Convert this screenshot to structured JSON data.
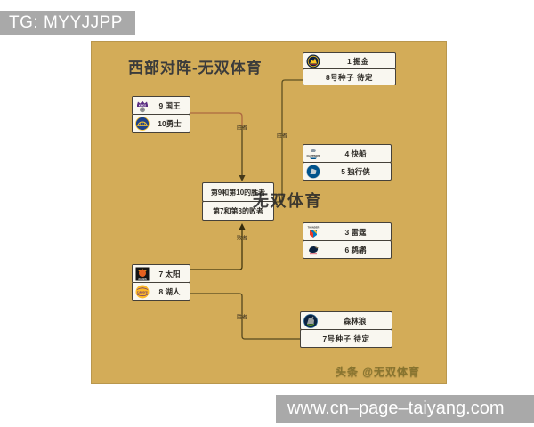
{
  "header_bar": {
    "text": "TG: MYYJJPP"
  },
  "footer_bar": {
    "url": "www.cn–page–taiyang.com"
  },
  "poster": {
    "title": "西部对阵-无双体育",
    "watermark": "无双体育",
    "credit": "头条 @无双体育",
    "boxes": {
      "seed8": {
        "team": {
          "label": "1 掘金",
          "logo": "nuggets-logo"
        },
        "slot": "8号种子 待定"
      },
      "game_9_10": {
        "teams": [
          {
            "label": "9 国王",
            "logo": "kings-logo"
          },
          {
            "label": "10勇士",
            "logo": "warriors-logo"
          }
        ]
      },
      "game_4_5": {
        "teams": [
          {
            "label": "4 快船",
            "logo": "clippers-logo"
          },
          {
            "label": "5 独行侠",
            "logo": "mavericks-logo"
          }
        ]
      },
      "center": {
        "rows": [
          "第9和第10的胜者",
          "第7和第8的败者"
        ]
      },
      "game_3_6": {
        "teams": [
          {
            "label": "3 雷霆",
            "logo": "thunder-logo"
          },
          {
            "label": "6 鹈鹕",
            "logo": "pelicans-logo"
          }
        ]
      },
      "game_7_8": {
        "teams": [
          {
            "label": "7 太阳",
            "logo": "suns-logo"
          },
          {
            "label": "8 湖人",
            "logo": "lakers-logo"
          }
        ]
      },
      "seed7": {
        "team": {
          "label": "森林狼",
          "logo": "timberwolves-logo"
        },
        "slot": "7号种子 待定"
      }
    },
    "connectors": [
      {
        "label": "胜者",
        "from": "game_9_10",
        "to": "center"
      },
      {
        "label": "胜者",
        "from": "center",
        "to": "seed8"
      },
      {
        "label": "败者",
        "from": "game_7_8",
        "to": "center"
      },
      {
        "label": "胜者",
        "from": "game_7_8",
        "to": "seed7"
      }
    ],
    "colors": {
      "poster_bg": "#d3ac58",
      "bar_gray": "#a9a9a9",
      "box_bg": "#f9f7f0",
      "box_border": "#45413a",
      "line_rust": "#ad6840",
      "line_dark": "#55481f",
      "title_color": "#3b3b3b",
      "credit_color": "#87742f"
    },
    "team_colors": {
      "nuggets": [
        "#0e2240",
        "#fec524"
      ],
      "kings": [
        "#5a2d81",
        "#8e9090"
      ],
      "warriors": [
        "#1d428a",
        "#ffc72c"
      ],
      "clippers": [
        "#1d1d1d",
        "#00538c"
      ],
      "mavericks": [
        "#00538c",
        "#c4ced4"
      ],
      "thunder": [
        "#007ac1",
        "#ef3b24",
        "#fdbb30"
      ],
      "pelicans": [
        "#0c2340",
        "#ce0e2d",
        "#85714d"
      ],
      "suns": [
        "#141414",
        "#e56020"
      ],
      "lakers": [
        "#fdb927",
        "#552583"
      ],
      "timberwolves": [
        "#0c2340",
        "#78be20",
        "#9ea2a2"
      ]
    }
  }
}
